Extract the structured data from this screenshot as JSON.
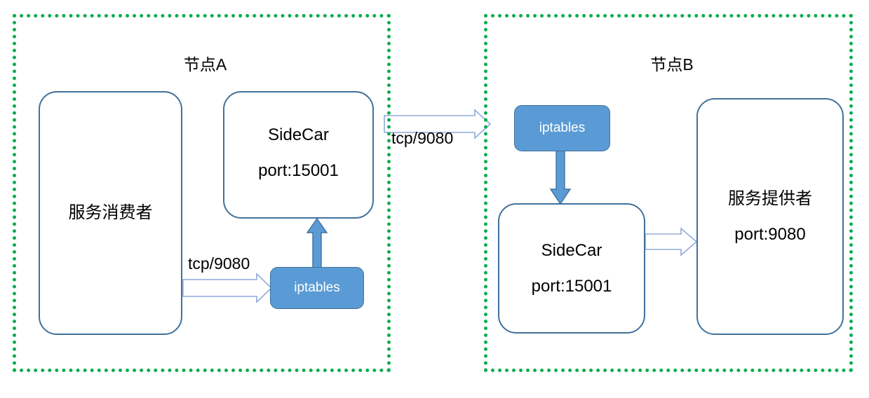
{
  "diagram": {
    "title_implicit": "Istio Sidecar traffic interception between two nodes",
    "colors": {
      "node_border_green": "#0CAD4E",
      "box_border_blue": "#41719C",
      "pill_fill_blue": "#5B9BD5",
      "hollow_arrow_stroke": "#8FAADC",
      "text_black": "#000000",
      "background": "#ffffff"
    }
  },
  "nodes": [
    {
      "id": "node-a",
      "title": "节点A",
      "boxes": [
        {
          "id": "consumer",
          "lines": [
            "服务消费者"
          ]
        },
        {
          "id": "sidecar-a",
          "lines": [
            "SideCar",
            "port:15001"
          ]
        }
      ],
      "pills": [
        {
          "id": "iptables-a",
          "label": "iptables"
        }
      ]
    },
    {
      "id": "node-b",
      "title": "节点B",
      "boxes": [
        {
          "id": "sidecar-b",
          "lines": [
            "SideCar",
            "port:15001"
          ]
        },
        {
          "id": "provider",
          "lines": [
            "服务提供者",
            "port:9080"
          ]
        }
      ],
      "pills": [
        {
          "id": "iptables-b",
          "label": "iptables"
        }
      ]
    }
  ],
  "edges": [
    {
      "id": "consumer-to-iptables-a",
      "label": "tcp/9080",
      "style": "hollow-block-arrow",
      "from": "consumer",
      "to": "iptables-a"
    },
    {
      "id": "iptables-a-to-sidecar-a",
      "label": "",
      "style": "solid-blue-arrow",
      "from": "iptables-a",
      "to": "sidecar-a"
    },
    {
      "id": "sidecar-a-to-node-b",
      "label": "tcp/9080",
      "style": "hollow-block-arrow",
      "from": "sidecar-a",
      "to": "node-b"
    },
    {
      "id": "iptables-b-to-sidecar-b",
      "label": "",
      "style": "solid-blue-arrow",
      "from": "iptables-b",
      "to": "sidecar-b"
    },
    {
      "id": "sidecar-b-to-provider",
      "label": "",
      "style": "hollow-block-arrow",
      "from": "sidecar-b",
      "to": "provider"
    }
  ]
}
